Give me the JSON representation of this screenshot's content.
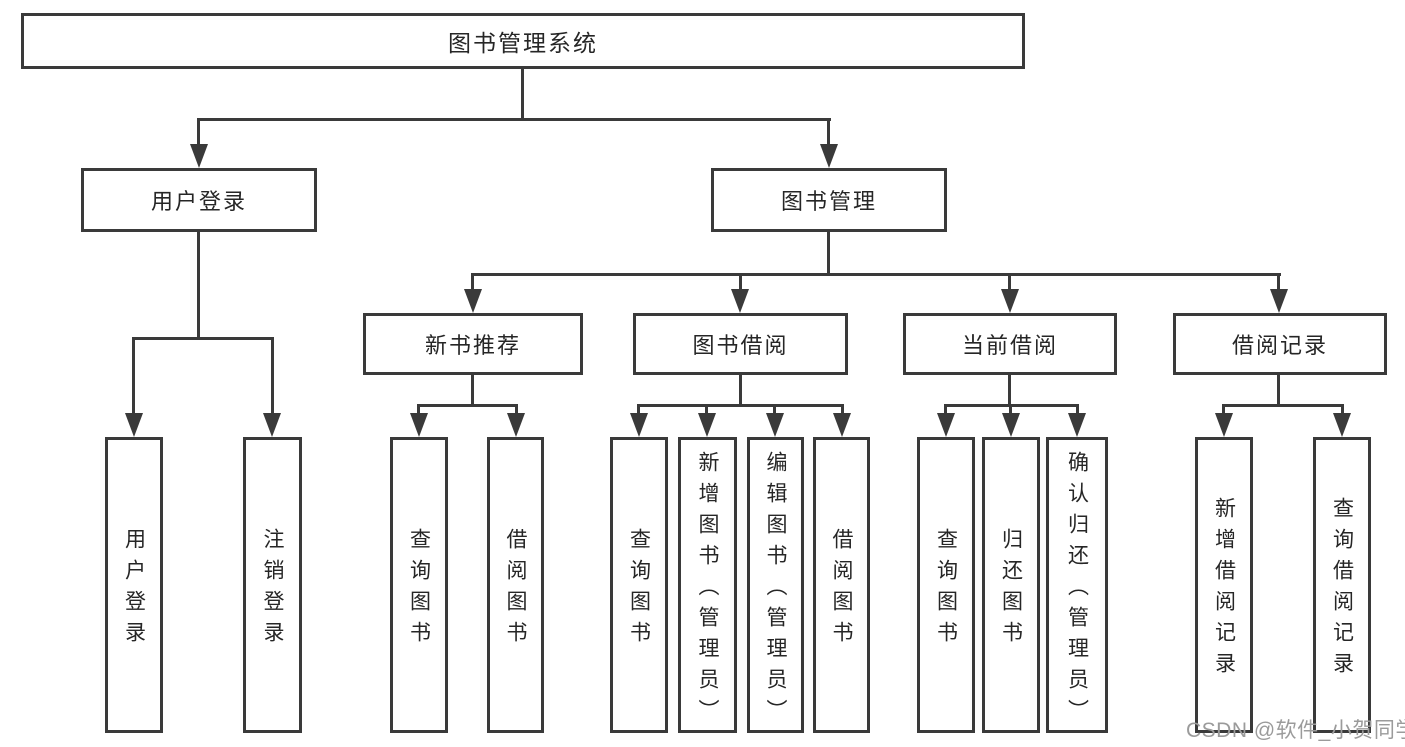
{
  "tree": {
    "root": {
      "label": "图书管理系统",
      "children": [
        {
          "label": "用户登录",
          "children": [
            {
              "label": "用户登录"
            },
            {
              "label": "注销登录"
            }
          ]
        },
        {
          "label": "图书管理",
          "children": [
            {
              "label": "新书推荐",
              "children": [
                {
                  "label": "查询图书"
                },
                {
                  "label": "借阅图书"
                }
              ]
            },
            {
              "label": "图书借阅",
              "children": [
                {
                  "label": "查询图书"
                },
                {
                  "label": "新增图书（管理员）"
                },
                {
                  "label": "编辑图书（管理员）"
                },
                {
                  "label": "借阅图书"
                }
              ]
            },
            {
              "label": "当前借阅",
              "children": [
                {
                  "label": "查询图书"
                },
                {
                  "label": "归还图书"
                },
                {
                  "label": "确认归还（管理员）"
                }
              ]
            },
            {
              "label": "借阅记录",
              "children": [
                {
                  "label": "新增借阅记录"
                },
                {
                  "label": "查询借阅记录"
                }
              ]
            }
          ]
        }
      ]
    }
  },
  "watermark": {
    "text": "CSDN @软件_小贺同学"
  },
  "colors": {
    "line": "#3a3a3a",
    "text": "#262626",
    "watermark": "#9b9b9b",
    "background": "#ffffff"
  }
}
